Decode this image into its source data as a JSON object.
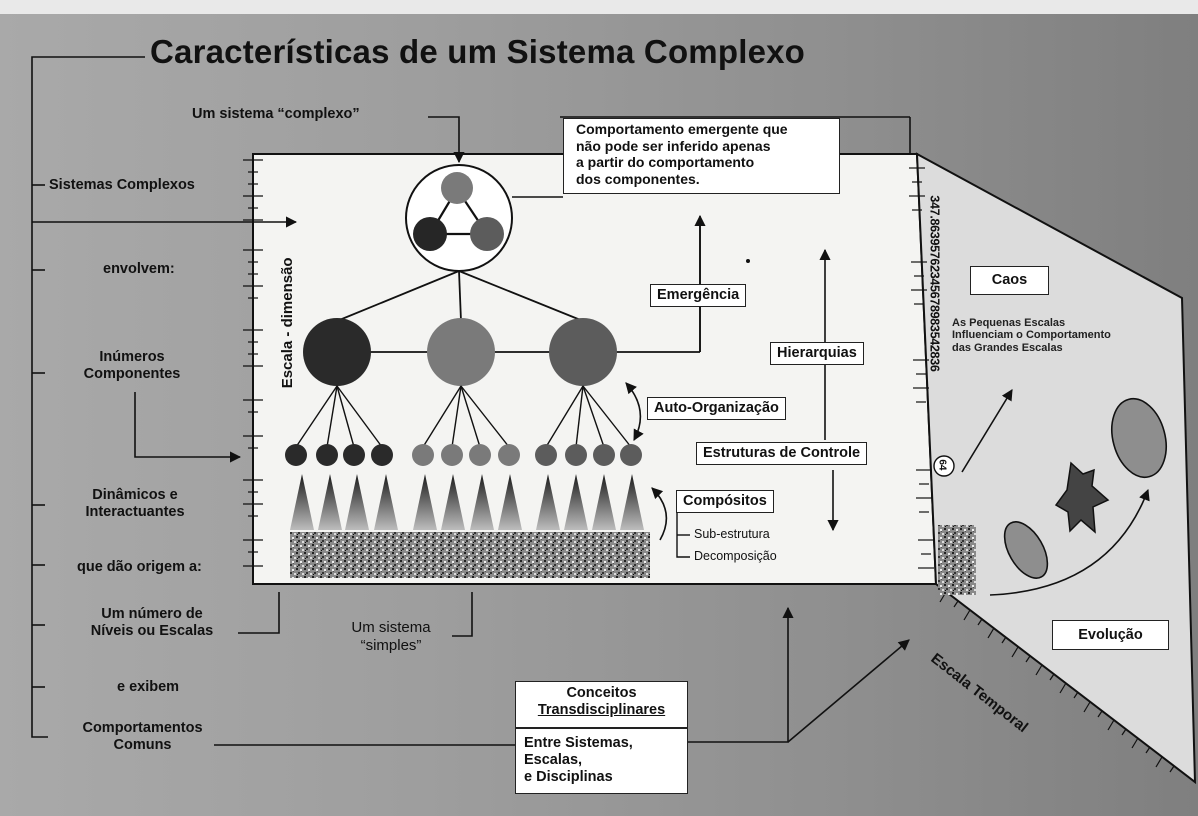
{
  "title": "Características de um Sistema Complexo",
  "labels": {
    "um_sistema_complexo": "Um sistema “complexo”",
    "emergent_behavior": [
      "Comportamento emergente que",
      "não pode ser inferido apenas",
      "a partir do comportamento",
      "dos componentes."
    ],
    "sistemas_complexos": "Sistemas Complexos",
    "envolvem": "envolvem:",
    "inumeros_componentes": [
      "Inúmeros",
      "Componentes"
    ],
    "dinamicos": [
      "Dinâmicos e",
      "Interactuantes"
    ],
    "que_dao_origem": "que dão origem a:",
    "numero_niveis": [
      "Um número de",
      "Níveis ou Escalas"
    ],
    "e_exibem": "e exibem",
    "comportamentos_comuns": [
      "Comportamentos",
      "Comuns"
    ],
    "escala_dimensao": "Escala - dimensão",
    "emergencia": "Emergência",
    "hierarquias": "Hierarquias",
    "auto_organizacao": "Auto-Organização",
    "estruturas_controle": "Estruturas de Controle",
    "compositos": "Compósitos",
    "sub_estrutura": "Sub-estrutura",
    "decomposicao": "Decomposição",
    "um_sistema_simples": [
      "Um sistema",
      "“simples”"
    ],
    "scale_number": "347.86395762345678983542836",
    "scale_number_end": "64",
    "caos": "Caos",
    "pequenas_escalas": [
      "As Pequenas Escalas",
      "Influenciam o Comportamento",
      "das Grandes Escalas"
    ],
    "evolucao": "Evolução",
    "escala_temporal": "Escala Temporal",
    "conceitos": [
      "Conceitos",
      "Transdisciplinares"
    ],
    "entre_sistemas": [
      "Entre Sistemas,",
      "Escalas,",
      "e Disciplinas"
    ]
  },
  "colors": {
    "node_dark": "#2a2a2a",
    "node_mid": "#7a7a7a",
    "node_dim": "#5c5c5c",
    "panel": "#f4f4f2",
    "side_panel": "#dcdcdc"
  }
}
